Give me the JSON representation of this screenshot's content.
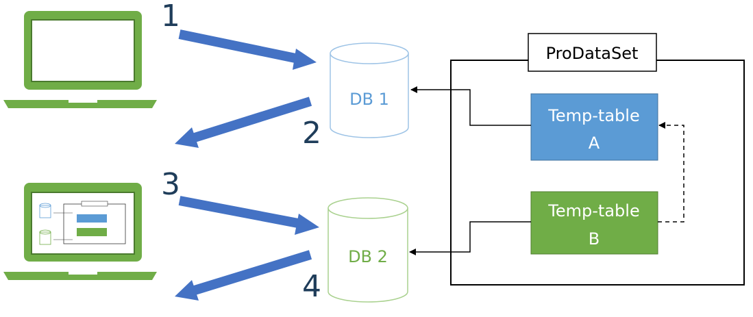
{
  "steps": [
    "1",
    "2",
    "3",
    "4"
  ],
  "databases": [
    {
      "label": "DB 1",
      "color": "#5b9bd5"
    },
    {
      "label": "DB 2",
      "color": "#70ad47"
    }
  ],
  "prodataset": {
    "label": "ProDataSet"
  },
  "temp_tables": [
    {
      "line1": "Temp-table",
      "line2": "A",
      "color": "#5b9bd5"
    },
    {
      "line1": "Temp-table",
      "line2": "B",
      "color": "#70ad47"
    }
  ],
  "colors": {
    "arrow": "#4472c4",
    "laptop": "#70ad47",
    "step_text": "#1f3d5a"
  },
  "icons": [
    "laptop-icon",
    "laptop-icon",
    "arrow-right-icon",
    "arrow-left-icon",
    "database-icon"
  ]
}
